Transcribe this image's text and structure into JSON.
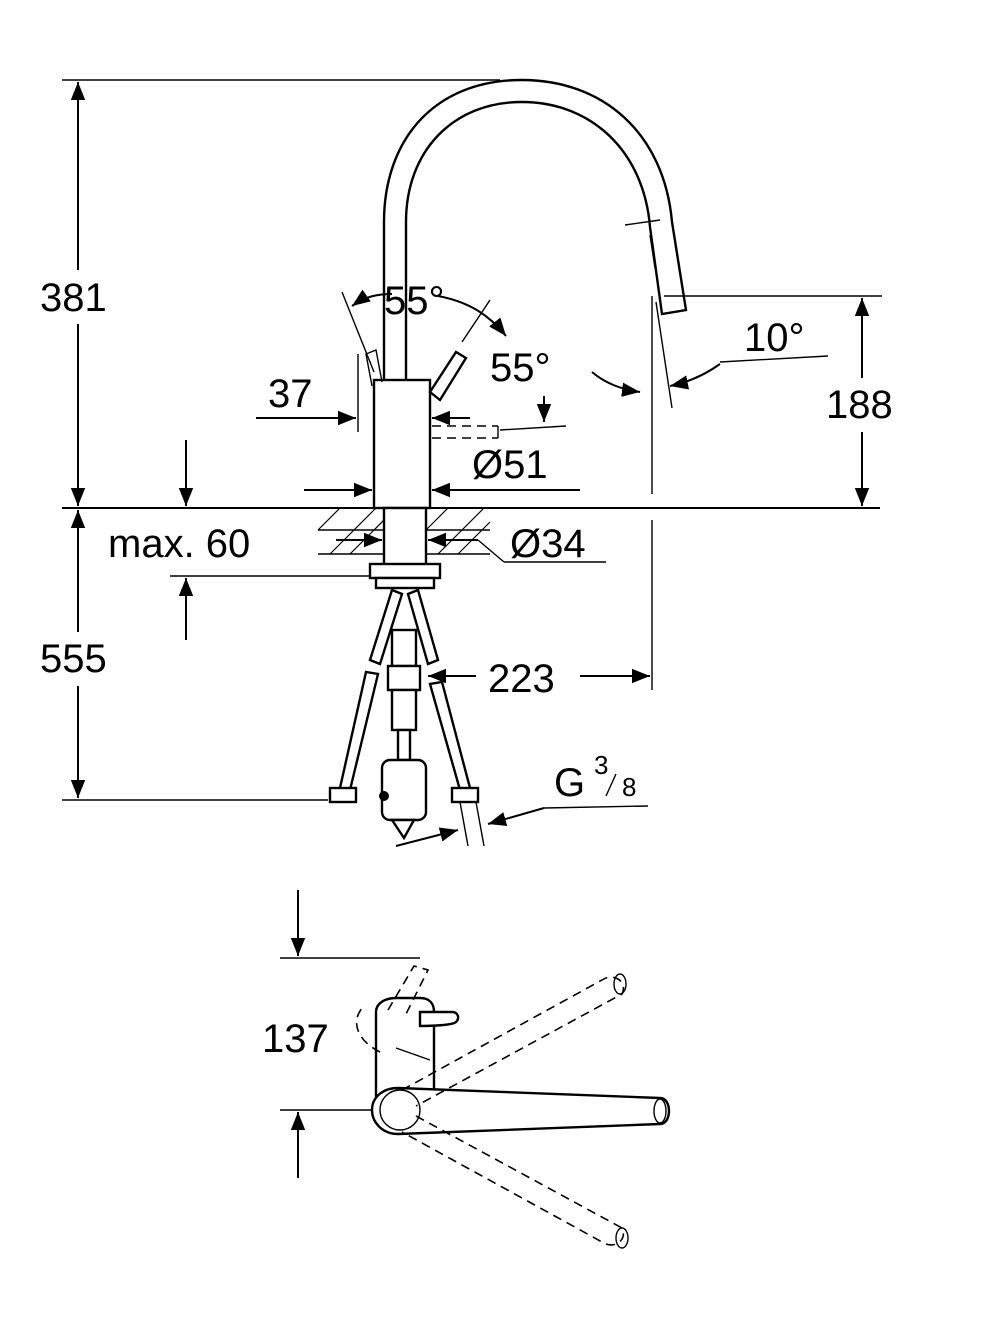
{
  "dimensions": {
    "total_height_above": "381",
    "swivel_angle_left": "55°",
    "swivel_angle_right": "55°",
    "lever_offset": "37",
    "spray_tilt": "10°",
    "spout_outlet_height": "188",
    "base_diameter": "Ø51",
    "shank_diameter": "Ø34",
    "max_counter_thickness": "max. 60",
    "hose_length_below": "555",
    "spout_reach": "223",
    "thread_prefix": "G",
    "thread_num": "3",
    "thread_den": "8",
    "plan_offset": "137"
  }
}
